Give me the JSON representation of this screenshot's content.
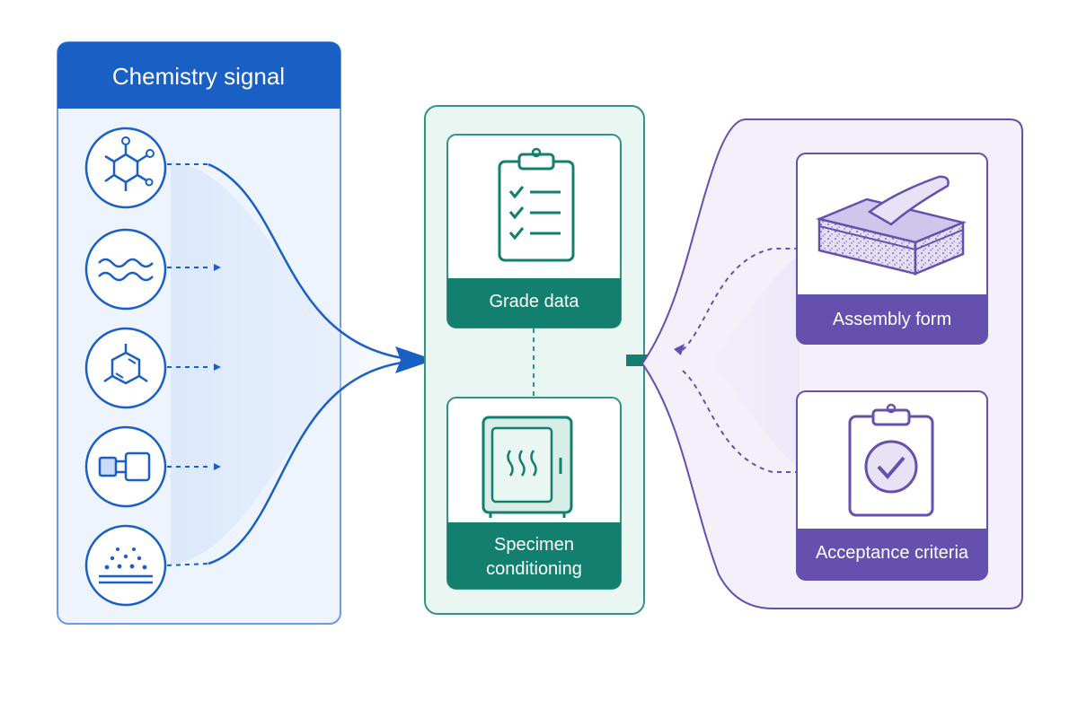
{
  "panels": {
    "chemistry": {
      "title": "Chemistry signal",
      "icons": [
        "molecule-icon",
        "wave-icon",
        "hexagon-ring-icon",
        "connector-block-icon",
        "particle-surface-icon"
      ]
    },
    "grade": {
      "top_card_label": "Grade data",
      "top_card_icon": "clipboard-checklist-icon",
      "bottom_card_label_line1": "Specimen",
      "bottom_card_label_line2": "conditioning",
      "bottom_card_icon": "conditioning-oven-icon"
    },
    "assembly": {
      "top_card_label": "Assembly form",
      "top_card_icon": "laminate-layers-icon",
      "bottom_card_label": "Acceptance criteria",
      "bottom_card_icon": "clipboard-check-icon"
    }
  },
  "colors": {
    "blue": "#1a5fc4",
    "blue_light": "#eef4fd",
    "teal": "#137f6e",
    "teal_light": "#eaf6f2",
    "purple": "#6650ad",
    "purple_light": "#f3f0fa"
  }
}
